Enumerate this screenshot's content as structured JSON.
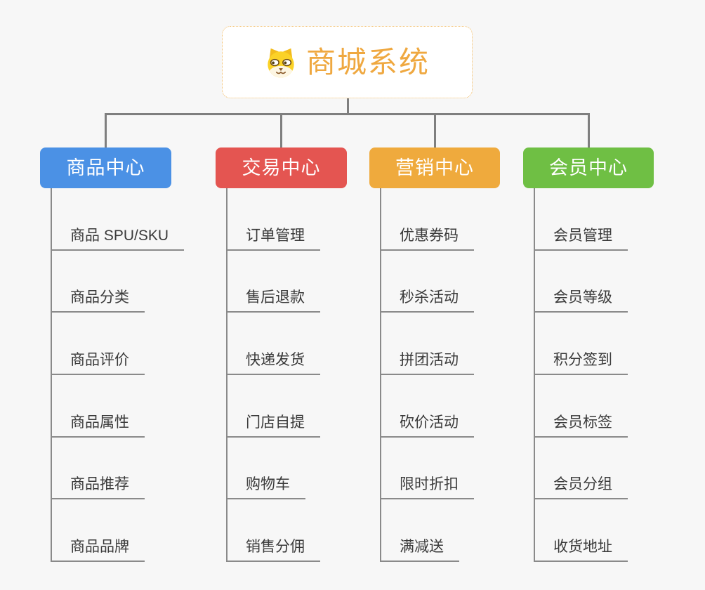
{
  "root": {
    "title": "商城系统",
    "icon": "dog-face-icon"
  },
  "branches": [
    {
      "id": "product-center",
      "label": "商品中心",
      "color": "#4B91E5",
      "children": [
        "商品 SPU/SKU",
        "商品分类",
        "商品评价",
        "商品属性",
        "商品推荐",
        "商品品牌"
      ]
    },
    {
      "id": "trade-center",
      "label": "交易中心",
      "color": "#E45551",
      "children": [
        "订单管理",
        "售后退款",
        "快递发货",
        "门店自提",
        "购物车",
        "销售分佣"
      ]
    },
    {
      "id": "marketing-center",
      "label": "营销中心",
      "color": "#EFAA3D",
      "children": [
        "优惠券码",
        "秒杀活动",
        "拼团活动",
        "砍价活动",
        "限时折扣",
        "满减送"
      ]
    },
    {
      "id": "member-center",
      "label": "会员中心",
      "color": "#6FBF44",
      "children": [
        "会员管理",
        "会员等级",
        "积分签到",
        "会员标签",
        "会员分组",
        "收货地址"
      ]
    }
  ],
  "colors": {
    "background": "#F7F7F7",
    "root_text": "#EFA840",
    "root_border": "#F2BE6B",
    "header_text": "#FFFFFF",
    "connector": "#7F7F7F",
    "child_line": "#8A8A8A",
    "child_text": "#3A3A3A"
  }
}
